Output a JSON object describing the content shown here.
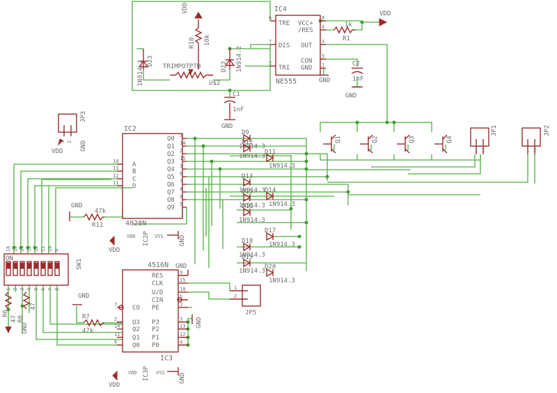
{
  "components": {
    "ic4": {
      "ref": "IC4",
      "part": "NE555",
      "pins": {
        "tre": "TRE",
        "vcc": "VCC+",
        "res": "/RES",
        "dis": "DIS",
        "out": "OUT",
        "con": "CON",
        "tri": "TRI",
        "gnd": "GND"
      },
      "nums": {
        "p6": "6",
        "p8": "8",
        "p4": "4",
        "p7": "7",
        "p3": "3",
        "p5": "5",
        "p2": "2",
        "p1": "1"
      }
    },
    "ic2": {
      "ref": "IC2",
      "part": "4028N",
      "inputs": [
        "A",
        "B",
        "C",
        "D"
      ],
      "in_nums": [
        "10",
        "13",
        "12",
        "11"
      ],
      "outputs": [
        "Q0",
        "Q1",
        "Q2",
        "Q3",
        "Q4",
        "Q5",
        "Q6",
        "Q7",
        "Q8",
        "Q9"
      ],
      "out_nums": [
        "3",
        "14",
        "2",
        "15",
        "1",
        "6",
        "7",
        "4",
        "9",
        "5"
      ]
    },
    "ic3": {
      "ref": "IC3",
      "part": "4516N",
      "left_pins": [
        "CO",
        "Q3",
        "Q2",
        "Q1",
        "Q0"
      ],
      "left_nums": [
        "7",
        "2",
        "14",
        "11",
        "6"
      ],
      "right_pins": [
        "RES",
        "CLK",
        "U/D",
        "CIN",
        "PE",
        "P3",
        "P2",
        "P1",
        "P0"
      ],
      "right_nums": [
        "9",
        "15",
        "10",
        "5",
        "1",
        "3",
        "13",
        "12",
        "4"
      ]
    },
    "r10": {
      "ref": "R10",
      "value": "10k"
    },
    "r1": {
      "ref": "R1",
      "value": "1k"
    },
    "r11": {
      "ref": "R11",
      "value": "47k"
    },
    "r7": {
      "ref": "R7",
      "value": "47k"
    },
    "r6": {
      "ref": "R6",
      "value": "47"
    },
    "r_sw": {
      "ref": "R8",
      "value": "47"
    },
    "c1": {
      "ref": "C1",
      "value": "1nF"
    },
    "c2": {
      "ref": "C2",
      "value": "1nF"
    },
    "d23": {
      "ref": "D23",
      "value": "1N914.2"
    },
    "d22": {
      "ref": "D22",
      "value": "1N914.2"
    },
    "trimpot": {
      "ref": "TRIMPOTPTH",
      "value": "U$2"
    },
    "diodes_left": [
      {
        "ref": "D9",
        "value": "1N914.3"
      },
      {
        "ref": "D12",
        "value": "1N914.3"
      },
      {
        "ref": "D13",
        "value": "1N914.3"
      },
      {
        "ref": "D15",
        "value": "1N914.3"
      },
      {
        "ref": "D16",
        "value": "1N914.3"
      },
      {
        "ref": "D18",
        "value": "1N914.3"
      },
      {
        "ref": "D19",
        "value": "1N914.3"
      }
    ],
    "diodes_right": [
      {
        "ref": "D11",
        "value": "1N914.3"
      },
      {
        "ref": "D14",
        "value": "1N914.3"
      },
      {
        "ref": "D17",
        "value": "1N914.3"
      },
      {
        "ref": "D20",
        "value": "1N914.3"
      }
    ],
    "transistors": [
      "Q1",
      "Q2",
      "Q3",
      "Q4"
    ],
    "jp1": {
      "ref": "JP1",
      "pins": [
        "1",
        "2"
      ]
    },
    "jp2": {
      "ref": "JP2",
      "pins": [
        "1",
        "2"
      ]
    },
    "jp3": {
      "ref": "JP3",
      "pins": [
        "1",
        "2"
      ]
    },
    "jp5": {
      "ref": "JP5",
      "pins": [
        "1",
        "2"
      ]
    },
    "sw1": {
      "ref": "SW1",
      "on_label": "ON",
      "top_nums": [
        "16",
        "15",
        "14",
        "13",
        "12",
        "11",
        "10",
        "9"
      ],
      "bottom_nums": [
        "1",
        "2",
        "3",
        "4",
        "5",
        "6",
        "7",
        "8"
      ]
    },
    "ic2p": {
      "ref": "IC2P",
      "vdd": "VDD",
      "vss": "VSS"
    },
    "ic3p": {
      "ref": "IC3P",
      "vdd": "VDD",
      "vss": "VSS"
    }
  },
  "supplies": {
    "vdd": "VDD",
    "gnd": "GND"
  },
  "colors": {
    "wire": "#4caf3c",
    "symbol": "#9b2a2a",
    "text": "#6b6b6b",
    "junction": "#3f9e32"
  }
}
